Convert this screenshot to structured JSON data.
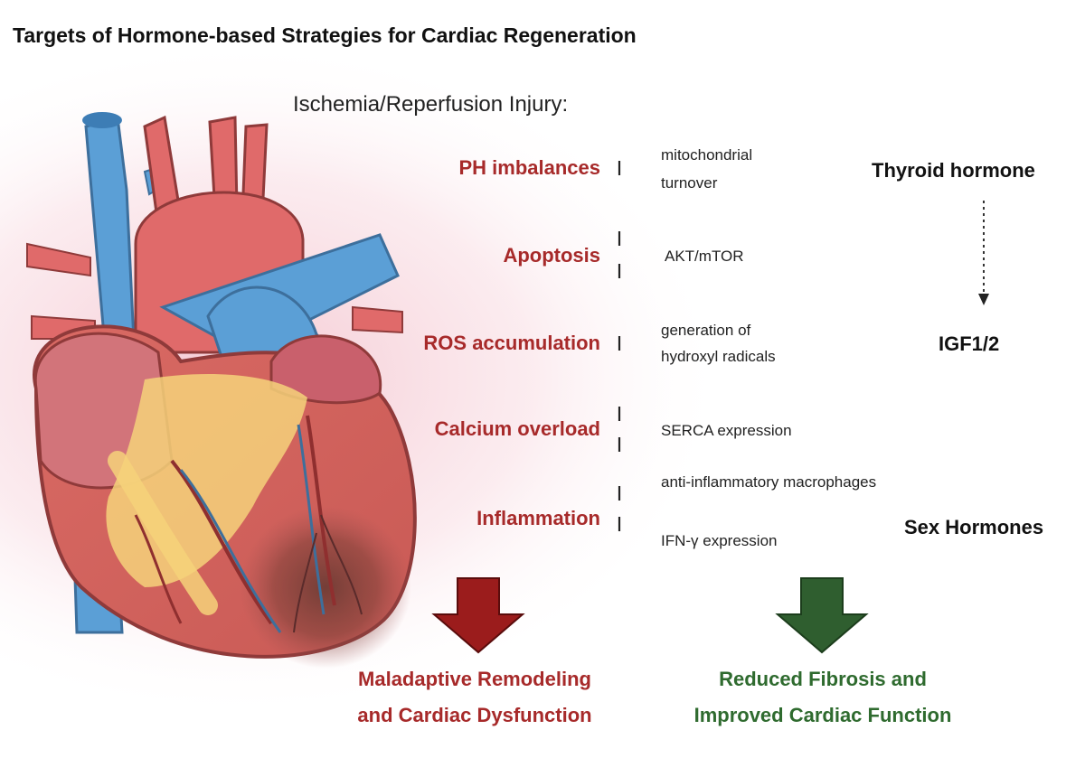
{
  "title": "Targets of Hormone-based Strategies for Cardiac Regeneration",
  "subtitle": "Ischemia/Reperfusion Injury:",
  "targets": {
    "ph": "PH imbalances",
    "apoptosis": "Apoptosis",
    "ros": "ROS accumulation",
    "calcium": "Calcium overload",
    "inflammation": "Inflammation"
  },
  "mechanisms": {
    "mito_line1": "mitochondrial",
    "mito_line2": "turnover",
    "akt": "AKT/mTOR",
    "hydroxyl_line1": "generation of",
    "hydroxyl_line2": "hydroxyl radicals",
    "serca": "SERCA expression",
    "macrophages": "anti-inflammatory macrophages",
    "ifn": "IFN-γ expression"
  },
  "hormones": {
    "thyroid": "Thyroid hormone",
    "igf": "IGF1/2",
    "sex": "Sex Hormones"
  },
  "outcomes": {
    "negative_line1": "Maladaptive Remodeling",
    "negative_line2": "and Cardiac Dysfunction",
    "positive_line1": "Reduced Fibrosis and",
    "positive_line2": "Improved Cardiac Function"
  },
  "colors": {
    "target_red": "#a72a2a",
    "outcome_green": "#2f6b2f",
    "arrow_red": "#9b1c1c",
    "arrow_green": "#2f5e2f",
    "vessel_blue": "#5b9fd6",
    "heart_red": "#d9645f",
    "fat_yellow": "#f6d27a"
  },
  "icons": [
    "heart-illustration",
    "down-arrow-red",
    "down-arrow-green",
    "inhibition-line",
    "dotted-arrow"
  ]
}
